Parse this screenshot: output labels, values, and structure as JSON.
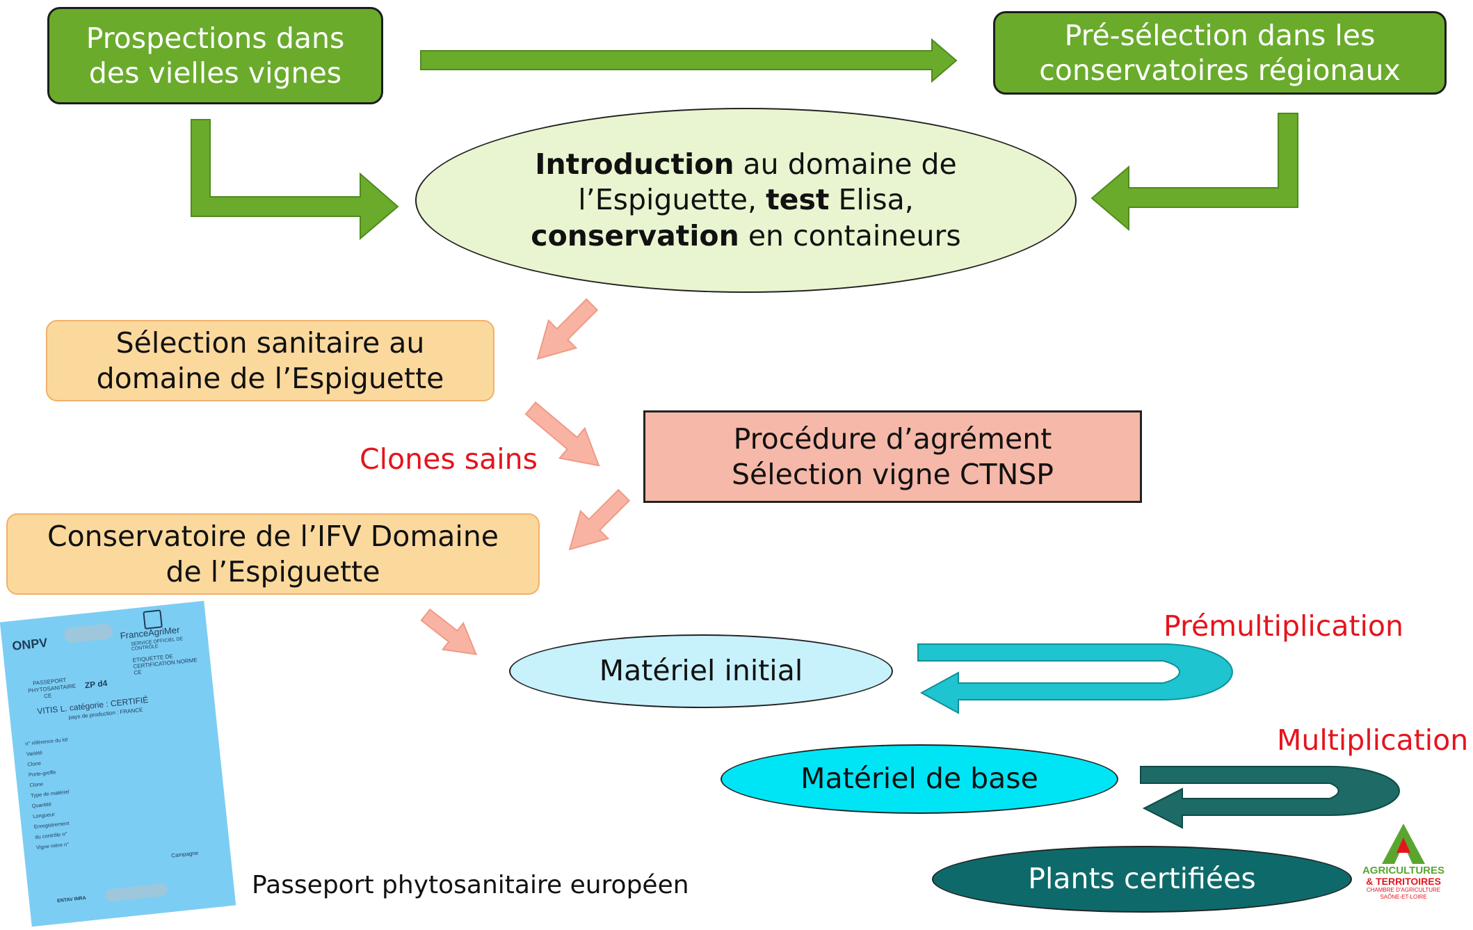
{
  "nodes": {
    "prospections": "Prospections dans des vielles vignes",
    "preselection": "Pré-sélection dans les conservatoires régionaux",
    "introduction": {
      "bold_1": "Introduction",
      "text_1": " au domaine de l’Espiguette, ",
      "bold_2": "test",
      "text_2": " Elisa, ",
      "bold_3": "conservation",
      "text_3": " en containeurs"
    },
    "selection_sanitaire": "Sélection sanitaire au domaine de l’Espiguette",
    "procedure": "Procédure d’agrément Sélection vigne CTNSP",
    "conservatoire": "Conservatoire de l’IFV Domaine de l’Espiguette",
    "materiel_initial": "Matériel initial",
    "materiel_base": "Matériel de base",
    "plants_certifies": "Plants certifiées"
  },
  "labels": {
    "clones_sains": "Clones sains",
    "premultiplication": "Prémultiplication",
    "multiplication": "Multiplication",
    "passport_caption": "Passeport phytosanitaire européen"
  },
  "passport_card": {
    "org": "ONPV",
    "brand": "FranceAgriMer",
    "line1": "PASSEPORT",
    "line2": "PHYTOSANITAIRE",
    "line3": "CE",
    "zp": "ZP d4",
    "service": "SERVICE OFFICIEL DE CONTRÔLE",
    "etiquette": "ETIQUETTE DE CERTIFICATION NORME CE",
    "vitis": "VITIS L. catégorie : CERTIFIÉ",
    "pays": "pays de production : FRANCE",
    "fields": [
      "n° référence du lot",
      "Variété",
      "Clone",
      "Porte-greffe",
      "Clone",
      "Type de matériel",
      "Quantité",
      "Longueur",
      "Enregistrement",
      "du contrôle n°",
      "Vigne mère n°"
    ],
    "campagne": "Campagne",
    "footer": "ENTAV INRA"
  },
  "logo": {
    "line1": "AGRICULTURES",
    "line2": "& TERRITOIRES",
    "line3": "CHAMBRE D'AGRICULTURE",
    "line4": "SAÔNE-ET-LOIRE"
  },
  "colors": {
    "green_box": "#6aab2c",
    "green_arrow": "#6aab2c",
    "ellipse_light_green": "#e9f5d0",
    "orange_box": "#fbd99d",
    "salmon_box": "#f6b8a8",
    "salmon_arrow": "#f8b3a3",
    "label_red": "#e5141d",
    "initial_ellipse": "#c7f1fb",
    "base_ellipse": "#00e5f5",
    "certified_ellipse": "#0e6a6a",
    "teal_arrow": "#1ec4cf",
    "dark_teal_arrow": "#1d6a66"
  }
}
